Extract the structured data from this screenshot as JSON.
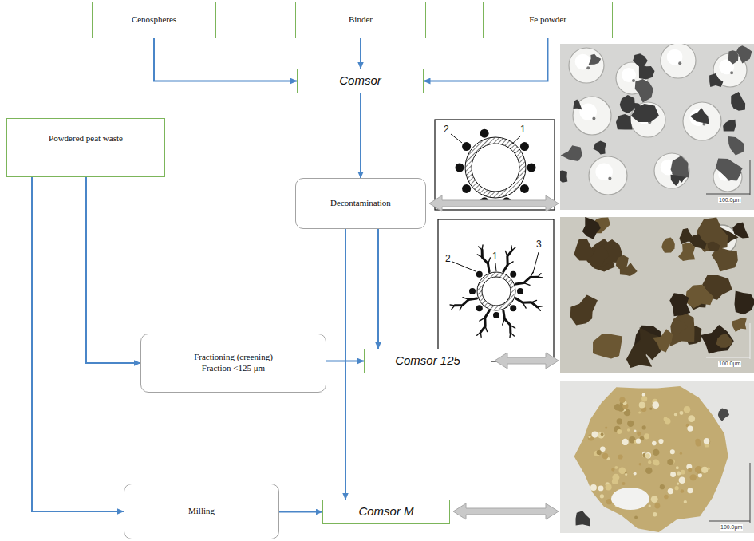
{
  "diagram": {
    "nodes": [
      {
        "text": [
          "Cenospheres"
        ]
      },
      {
        "text": [
          "Binder"
        ]
      },
      {
        "text": [
          "Fe powder"
        ]
      },
      {
        "text": [
          "Comsor"
        ]
      },
      {
        "text": [
          "Powdered peat waste"
        ]
      },
      {
        "text": [
          "Decontamination"
        ]
      },
      {
        "text": [
          "Fractioning (creening) Fraction <125 μm"
        ]
      },
      {
        "text": [
          "Comsor 125"
        ]
      },
      {
        "text": [
          "Milling"
        ]
      },
      {
        "text": [
          "Comsor M"
        ]
      }
    ],
    "edges": [
      {
        "from": 0,
        "to": 3,
        "arrow": "to"
      },
      {
        "from": 1,
        "to": 3,
        "arrow": "to"
      },
      {
        "from": 2,
        "to": 3,
        "arrow": "to"
      },
      {
        "from": 3,
        "to": 5,
        "arrow": "to"
      },
      {
        "from": 4,
        "to": 6,
        "arrow": "to"
      },
      {
        "from": 4,
        "to": 8,
        "arrow": "to"
      },
      {
        "from": 5,
        "to": 7,
        "arrow": "to"
      },
      {
        "from": 5,
        "to": 9,
        "arrow": "to"
      },
      {
        "from": 6,
        "to": 7,
        "arrow": "to"
      },
      {
        "from": 8,
        "to": 9,
        "arrow": "to"
      }
    ],
    "labels": [
      "2",
      "1",
      "100.0μm",
      "2",
      "1",
      "3",
      "100.0μm",
      "100.0μm"
    ]
  }
}
